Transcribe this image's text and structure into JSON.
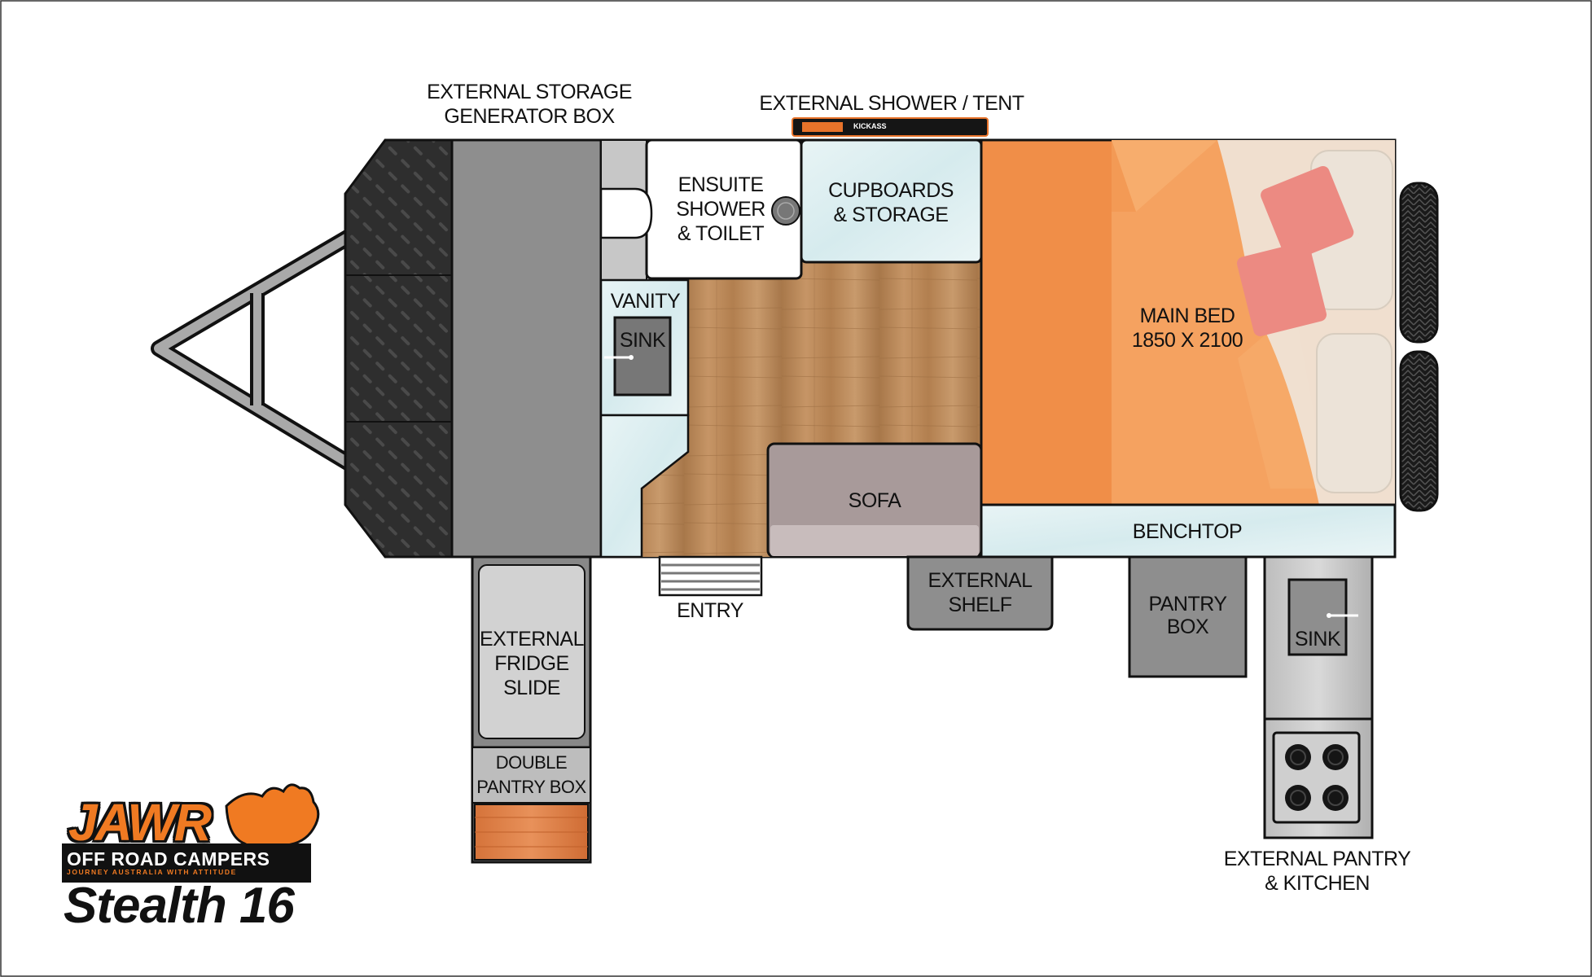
{
  "labels": {
    "external_storage": [
      "EXTERNAL STORAGE",
      "GENERATOR BOX"
    ],
    "external_shower": "EXTERNAL SHOWER / TENT",
    "ensuite": [
      "ENSUITE",
      "SHOWER",
      "& TOILET"
    ],
    "cupboards": [
      "CUPBOARDS",
      "& STORAGE"
    ],
    "vanity": "VANITY",
    "vanity_sink": "SINK",
    "main_bed": [
      "MAIN BED",
      "1850 X 2100"
    ],
    "sofa": "SOFA",
    "benchtop": "BENCHTOP",
    "entry": "ENTRY",
    "external_shelf": [
      "EXTERNAL",
      "SHELF"
    ],
    "pantry_box": [
      "PANTRY",
      "BOX"
    ],
    "kitchen_sink": "SINK",
    "fridge_slide": [
      "EXTERNAL",
      "FRIDGE",
      "SLIDE"
    ],
    "double_pantry": [
      "DOUBLE",
      "PANTRY BOX"
    ],
    "external_kitchen": [
      "EXTERNAL PANTRY",
      "& KITCHEN"
    ]
  },
  "brand": {
    "logo_letters": "JAWR",
    "name": "OFF ROAD CAMPERS",
    "tagline": "JOURNEY AUSTRALIA WITH ATTITUDE",
    "model": "Stealth 16",
    "shower_brand": "KICKASS"
  },
  "colors": {
    "drawbar_plate": "#2d2d2d",
    "storage_box": "#8e8e8e",
    "floor_wood": "#b8875a",
    "bed_orange": "#f39a55",
    "benchtop_marble": "#dbeef0",
    "pillow_pink": "#ec8a82",
    "outline": "#111111",
    "brand_orange": "#f07a22"
  }
}
